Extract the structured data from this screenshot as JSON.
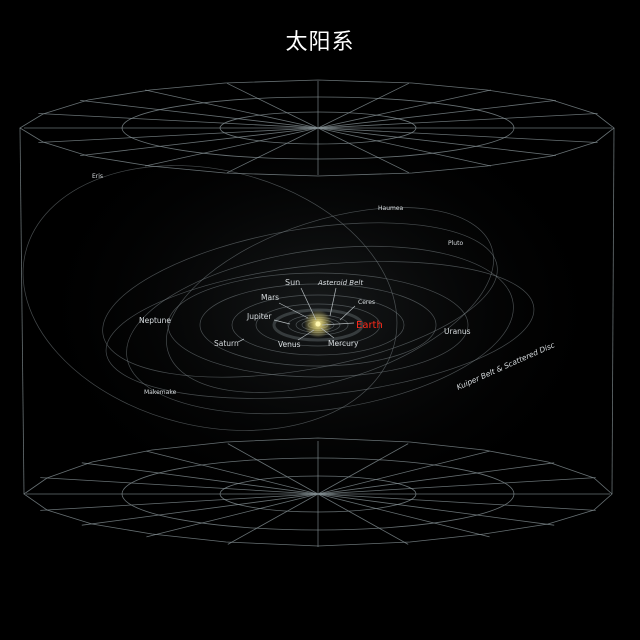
{
  "title": "太阳系",
  "labels": {
    "eris": "Eris",
    "haumea": "Haumea",
    "pluto": "Pluto",
    "sun": "Sun",
    "asteroid_belt": "Asteroid Belt",
    "mars": "Mars",
    "ceres": "Ceres",
    "neptune": "Neptune",
    "jupiter": "Jupiter",
    "earth": "Earth",
    "uranus": "Uranus",
    "saturn": "Saturn",
    "venus": "Venus",
    "mercury": "Mercury",
    "makemake": "Makemake",
    "kuiper_belt": "Kuiper Belt & Scattered Disc"
  },
  "colors": {
    "background": "#000000",
    "grid": "#8a9699",
    "earth": "#ff2a1a",
    "sun": "#f3e27a",
    "label": "#d8dde0"
  }
}
